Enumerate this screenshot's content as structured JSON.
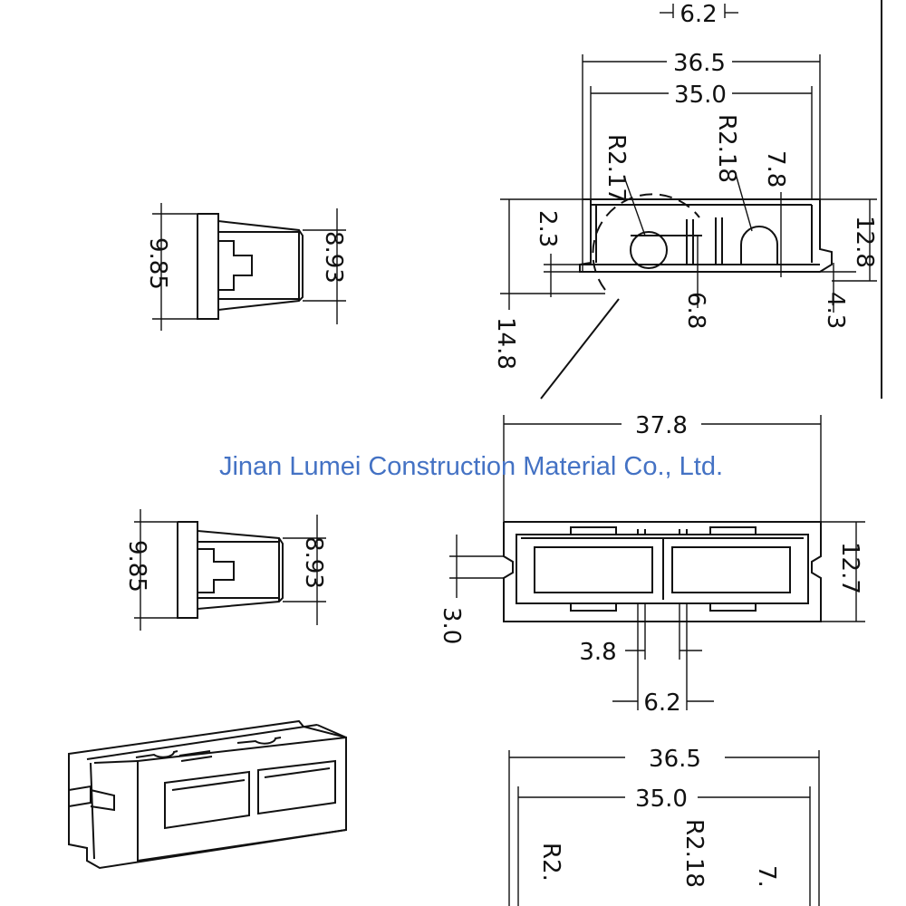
{
  "watermark": "Jinan Lumei Construction Material Co., Ltd.",
  "dimensions": {
    "top_6_2": "6.2",
    "top_36_5": "36.5",
    "top_35_0": "35.0",
    "r2_17": "R2.17",
    "r2_18": "R2.18",
    "d7_8": "7.8",
    "d2_3": "2.3",
    "d12_8": "12.8",
    "d6_8": "6.8",
    "d4_3": "4.3",
    "d14_8": "14.8",
    "side1_9_85": "9.85",
    "side1_8_93": "8.93",
    "d37_8": "37.8",
    "side2_9_85": "9.85",
    "side2_8_93": "8.93",
    "d12_7": "12.7",
    "d3_0": "3.0",
    "d3_8": "3.8",
    "bottom_6_2": "6.2",
    "bottom_36_5": "36.5",
    "bottom_35_0": "35.0",
    "bottom_r2_17_partial": "R2.",
    "bottom_r2_18_partial": "R2.18",
    "bottom_7_partial": "7."
  }
}
